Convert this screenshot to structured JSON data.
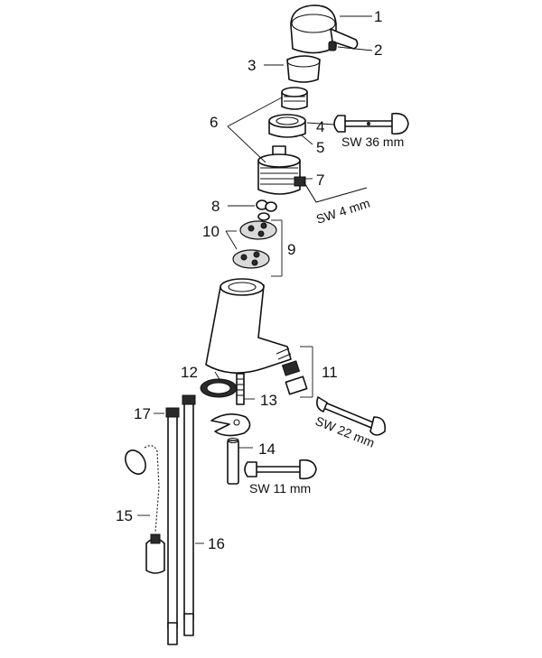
{
  "diagram": {
    "part_numbers": [
      "1",
      "2",
      "3",
      "4",
      "5",
      "6",
      "7",
      "8",
      "9",
      "10",
      "11",
      "12",
      "13",
      "14",
      "15",
      "16",
      "17"
    ],
    "wrench_labels": [
      "SW 36 mm",
      "SW 22 mm",
      "SW 11 mm"
    ],
    "hex_key_label": "SW 4 mm"
  }
}
